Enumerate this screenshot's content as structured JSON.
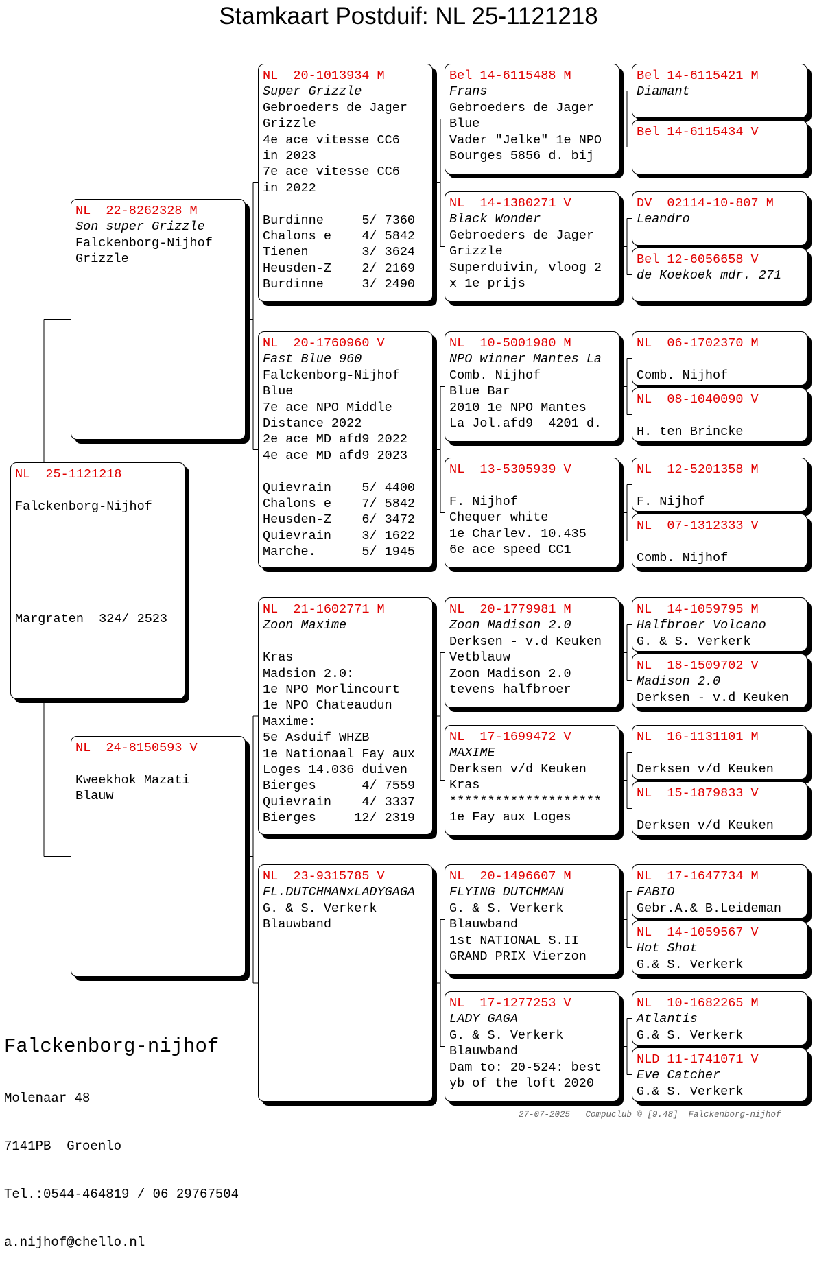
{
  "title": "Stamkaart Postduif: NL  25-1121218",
  "colors": {
    "ring": "#e00000",
    "text": "#000000",
    "footer": "#666666"
  },
  "cards": {
    "subject": [
      [
        "NL  25-1121218",
        "r"
      ],
      [
        "",
        ""
      ],
      [
        "Falckenborg-Nijhof",
        ""
      ],
      [
        "",
        ""
      ],
      [
        "",
        ""
      ],
      [
        "",
        ""
      ],
      [
        "",
        ""
      ],
      [
        "",
        ""
      ],
      [
        "",
        ""
      ],
      [
        "Margraten  324/ 2523",
        ""
      ]
    ],
    "s": [
      [
        "NL  22-8262328 M",
        "r"
      ],
      [
        "Son super Grizzle",
        "i"
      ],
      [
        "Falckenborg-Nijhof",
        ""
      ],
      [
        "Grizzle",
        ""
      ]
    ],
    "d": [
      [
        "NL  24-8150593 V",
        "r"
      ],
      [
        "",
        ""
      ],
      [
        "Kweekhok Mazati",
        ""
      ],
      [
        "Blauw",
        ""
      ]
    ],
    "ss": [
      [
        "NL  20-1013934 M",
        "r"
      ],
      [
        "Super Grizzle",
        "i"
      ],
      [
        "Gebroeders de Jager",
        ""
      ],
      [
        "Grizzle",
        ""
      ],
      [
        "4e ace vitesse CC6",
        ""
      ],
      [
        "in 2023",
        ""
      ],
      [
        "7e ace vitesse CC6",
        ""
      ],
      [
        "in 2022",
        ""
      ],
      [
        "",
        ""
      ],
      [
        "Burdinne     5/ 7360",
        ""
      ],
      [
        "Chalons e    4/ 5842",
        ""
      ],
      [
        "Tienen       3/ 3624",
        ""
      ],
      [
        "Heusden-Z    2/ 2169",
        ""
      ],
      [
        "Burdinne     3/ 2490",
        ""
      ]
    ],
    "sd": [
      [
        "NL  20-1760960 V",
        "r"
      ],
      [
        "Fast Blue 960",
        "i"
      ],
      [
        "Falckenborg-Nijhof",
        ""
      ],
      [
        "Blue",
        ""
      ],
      [
        "7e ace NPO Middle",
        ""
      ],
      [
        "Distance 2022",
        ""
      ],
      [
        "2e ace MD afd9 2022",
        ""
      ],
      [
        "4e ace MD afd9 2023",
        ""
      ],
      [
        "",
        ""
      ],
      [
        "Quievrain    5/ 4400",
        ""
      ],
      [
        "Chalons e    7/ 5842",
        ""
      ],
      [
        "Heusden-Z    6/ 3472",
        ""
      ],
      [
        "Quievrain    3/ 1622",
        ""
      ],
      [
        "Marche.      5/ 1945",
        ""
      ]
    ],
    "ds": [
      [
        "NL  21-1602771 M",
        "r"
      ],
      [
        "Zoon Maxime",
        "i"
      ],
      [
        "",
        ""
      ],
      [
        "Kras",
        ""
      ],
      [
        "Madsion 2.0:",
        ""
      ],
      [
        "1e NPO Morlincourt",
        ""
      ],
      [
        "1e NPO Chateaudun",
        ""
      ],
      [
        "Maxime:",
        ""
      ],
      [
        "5e Asduif WHZB",
        ""
      ],
      [
        "1e Nationaal Fay aux",
        ""
      ],
      [
        "Loges 14.036 duiven",
        ""
      ],
      [
        "Bierges      4/ 7559",
        ""
      ],
      [
        "Quievrain    4/ 3337",
        ""
      ],
      [
        "Bierges     12/ 2319",
        ""
      ]
    ],
    "dd": [
      [
        "NL  23-9315785 V",
        "r"
      ],
      [
        "FL.DUTCHMANxLADYGAGA",
        "i"
      ],
      [
        "G. & S. Verkerk",
        ""
      ],
      [
        "Blauwband",
        ""
      ]
    ],
    "sss": [
      [
        "Bel 14-6115488 M",
        "r"
      ],
      [
        "Frans",
        "i"
      ],
      [
        "Gebroeders de Jager",
        ""
      ],
      [
        "Blue",
        ""
      ],
      [
        "Vader \"Jelke\" 1e NPO",
        ""
      ],
      [
        "Bourges 5856 d. bij",
        ""
      ]
    ],
    "ssd": [
      [
        "NL  14-1380271 V",
        "r"
      ],
      [
        "Black Wonder",
        "i"
      ],
      [
        "Gebroeders de Jager",
        ""
      ],
      [
        "Grizzle",
        ""
      ],
      [
        "Superduivin, vloog 2",
        ""
      ],
      [
        "x 1e prijs",
        ""
      ]
    ],
    "sds": [
      [
        "NL  10-5001980 M",
        "r"
      ],
      [
        "NPO winner Mantes La",
        "i"
      ],
      [
        "Comb. Nijhof",
        ""
      ],
      [
        "Blue Bar",
        ""
      ],
      [
        "2010 1e NPO Mantes",
        ""
      ],
      [
        "La Jol.afd9  4201 d.",
        ""
      ]
    ],
    "sdd": [
      [
        "NL  13-5305939 V",
        "r"
      ],
      [
        "",
        ""
      ],
      [
        "F. Nijhof",
        ""
      ],
      [
        "Chequer white",
        ""
      ],
      [
        "1e Charlev. 10.435",
        ""
      ],
      [
        "6e ace speed CC1",
        ""
      ]
    ],
    "dss": [
      [
        "NL  20-1779981 M",
        "r"
      ],
      [
        "Zoon Madison 2.0",
        "i"
      ],
      [
        "Derksen - v.d Keuken",
        ""
      ],
      [
        "Vetblauw",
        ""
      ],
      [
        "Zoon Madison 2.0",
        ""
      ],
      [
        "tevens halfbroer",
        ""
      ]
    ],
    "dsd": [
      [
        "NL  17-1699472 V",
        "r"
      ],
      [
        "MAXIME",
        "i"
      ],
      [
        "Derksen v/d Keuken",
        ""
      ],
      [
        "Kras",
        ""
      ],
      [
        "********************",
        ""
      ],
      [
        "1e Fay aux Loges",
        ""
      ]
    ],
    "dds": [
      [
        "NL  20-1496607 M",
        "r"
      ],
      [
        "FLYING DUTCHMAN",
        "i"
      ],
      [
        "G. & S. Verkerk",
        ""
      ],
      [
        "Blauwband",
        ""
      ],
      [
        "1st NATIONAL S.II",
        ""
      ],
      [
        "GRAND PRIX Vierzon",
        ""
      ]
    ],
    "ddd": [
      [
        "NL  17-1277253 V",
        "r"
      ],
      [
        "LADY GAGA",
        "i"
      ],
      [
        "G. & S. Verkerk",
        ""
      ],
      [
        "Blauwband",
        ""
      ],
      [
        "Dam to: 20-524: best",
        ""
      ],
      [
        "yb of the loft 2020",
        ""
      ]
    ],
    "ssss": [
      [
        "Bel 14-6115421 M",
        "r"
      ],
      [
        "Diamant",
        "i"
      ]
    ],
    "sssd": [
      [
        "Bel 14-6115434 V",
        "r"
      ]
    ],
    "ssds": [
      [
        "DV  02114-10-807 M",
        "r"
      ],
      [
        "Leandro",
        "i"
      ]
    ],
    "ssdd": [
      [
        "Bel 12-6056658 V",
        "r"
      ],
      [
        "de Koekoek mdr. 271",
        "i"
      ]
    ],
    "sdss": [
      [
        "NL  06-1702370 M",
        "r"
      ],
      [
        "",
        ""
      ],
      [
        "Comb. Nijhof",
        ""
      ]
    ],
    "sdsd": [
      [
        "NL  08-1040090 V",
        "r"
      ],
      [
        "",
        ""
      ],
      [
        "H. ten Brincke",
        ""
      ]
    ],
    "sdds": [
      [
        "NL  12-5201358 M",
        "r"
      ],
      [
        "",
        ""
      ],
      [
        "F. Nijhof",
        ""
      ]
    ],
    "sddd": [
      [
        "NL  07-1312333 V",
        "r"
      ],
      [
        "",
        ""
      ],
      [
        "Comb. Nijhof",
        ""
      ]
    ],
    "dsss": [
      [
        "NL  14-1059795 M",
        "r"
      ],
      [
        "Halfbroer Volcano",
        "i"
      ],
      [
        "G. & S. Verkerk",
        ""
      ]
    ],
    "dssd": [
      [
        "NL  18-1509702 V",
        "r"
      ],
      [
        "Madison 2.0",
        "i"
      ],
      [
        "Derksen - v.d Keuken",
        ""
      ]
    ],
    "dsds": [
      [
        "NL  16-1131101 M",
        "r"
      ],
      [
        "",
        ""
      ],
      [
        "Derksen v/d Keuken",
        ""
      ]
    ],
    "dsdd": [
      [
        "NL  15-1879833 V",
        "r"
      ],
      [
        "",
        ""
      ],
      [
        "Derksen v/d Keuken",
        ""
      ]
    ],
    "ddss": [
      [
        "NL  17-1647734 M",
        "r"
      ],
      [
        "FABIO",
        "i"
      ],
      [
        "Gebr.A.& B.Leideman",
        ""
      ]
    ],
    "ddsd": [
      [
        "NL  14-1059567 V",
        "r"
      ],
      [
        "Hot Shot",
        "i"
      ],
      [
        "G.& S. Verkerk",
        ""
      ]
    ],
    "ddds": [
      [
        "NL  10-1682265 M",
        "r"
      ],
      [
        "Atlantis",
        "i"
      ],
      [
        "G.& S. Verkerk",
        ""
      ]
    ],
    "dddd": [
      [
        "NLD 11-1741071 V",
        "r"
      ],
      [
        "Eve Catcher",
        "i"
      ],
      [
        "G.& S. Verkerk",
        ""
      ]
    ]
  },
  "breeder": {
    "name": "Falckenborg-nijhof",
    "street": "Molenaar 48",
    "city": "7141PB  Groenlo",
    "phone": "Tel.:0544-464819 / 06 29767504",
    "email": "a.nijhof@chello.nl"
  },
  "footer": "27-07-2025   Compuclub © [9.48]  Falckenborg-nijhof"
}
